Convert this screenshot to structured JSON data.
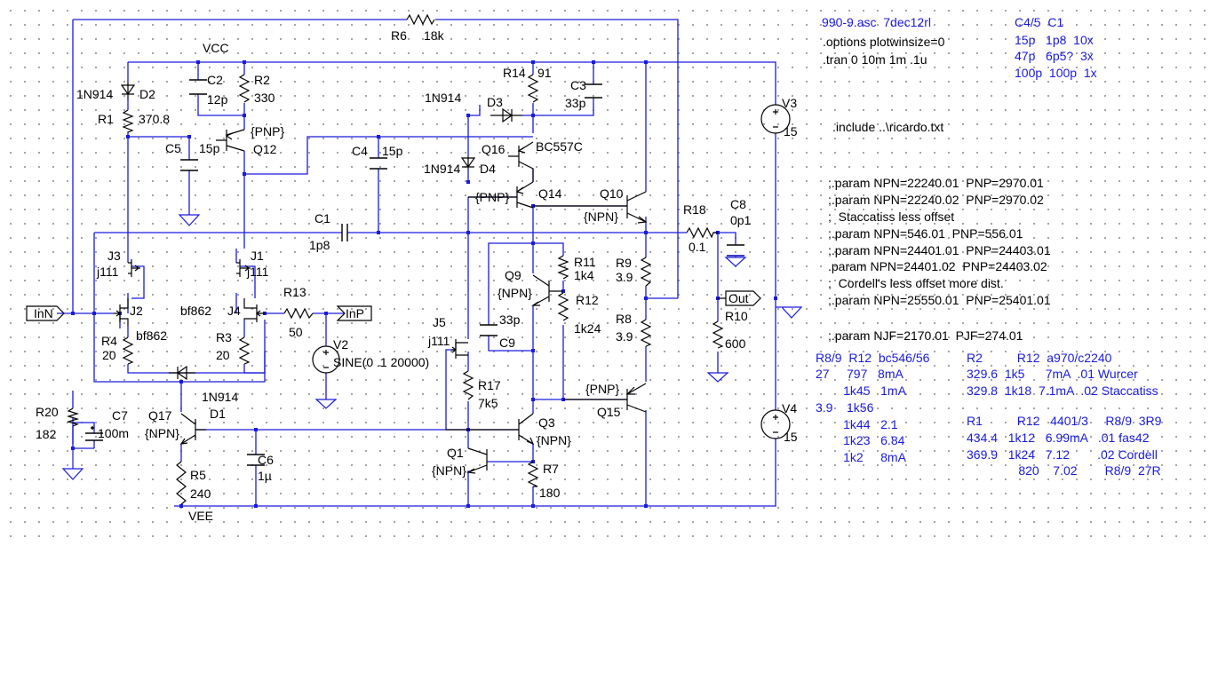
{
  "colors": {
    "wire": "#1a1adf",
    "component": "#000000",
    "text": "#000000",
    "comment": "#1a1adf",
    "junction": "#1a1adf"
  },
  "components": {
    "R6": [
      "R6",
      "18k"
    ],
    "R14": [
      "R14",
      "91"
    ],
    "R1": [
      "R1",
      "370.8"
    ],
    "R2": [
      "R2",
      "330"
    ],
    "R11": [
      "R11",
      "1k4"
    ],
    "R12": [
      "R12",
      "1k24"
    ],
    "R9": [
      "R9",
      "3.9"
    ],
    "R8": [
      "R8",
      "3.9"
    ],
    "R18": [
      "R18",
      "0.1"
    ],
    "R10": [
      "R10",
      "600"
    ],
    "R13": [
      "R13",
      "50"
    ],
    "R4": [
      "R4",
      "20"
    ],
    "R3": [
      "R3",
      "20"
    ],
    "R17": [
      "R17",
      "7k5"
    ],
    "R20": [
      "R20",
      "182"
    ],
    "R5": [
      "R5",
      "240"
    ],
    "R7": [
      "R7",
      "180"
    ],
    "C2": [
      "C2",
      "12p"
    ],
    "C3": [
      "C3",
      "33p"
    ],
    "C5": [
      "C5",
      "15p"
    ],
    "C4": [
      "C4",
      "15p"
    ],
    "C1": [
      "C1",
      "1p8"
    ],
    "C8": [
      "C8",
      "0p1"
    ],
    "C9": [
      "C9",
      "33p"
    ],
    "C7": [
      "C7",
      "100m"
    ],
    "C6": [
      "C6",
      "1µ"
    ],
    "D2": [
      "1N914",
      "D2"
    ],
    "D3": [
      "1N914",
      "D3"
    ],
    "D4": [
      "1N914",
      "D4"
    ],
    "D1": [
      "1N914",
      "D1"
    ],
    "Q12": [
      "{PNP}",
      "Q12"
    ],
    "Q16": [
      "Q16",
      "BC557C"
    ],
    "Q14": [
      "{PNP}",
      "Q14"
    ],
    "Q10": [
      "Q10",
      "{NPN}"
    ],
    "Q9": [
      "Q9",
      "{NPN}"
    ],
    "Q15": [
      "{PNP}",
      "Q15"
    ],
    "Q3": [
      "Q3",
      "{NPN}"
    ],
    "Q1": [
      "Q1",
      "{NPN}"
    ],
    "Q17": [
      "Q17",
      "{NPN}"
    ],
    "J3": [
      "J3",
      "j111"
    ],
    "J1": [
      "J1",
      "j111"
    ],
    "J2": [
      "J2",
      "bf862"
    ],
    "J4": [
      "J4",
      "bf862"
    ],
    "J5": [
      "J5",
      "j111"
    ],
    "V2": [
      "V2",
      "SINE(0 .1 20000)"
    ],
    "V3": [
      "V3",
      "15"
    ],
    "V4": [
      "V4",
      "15"
    ]
  },
  "nets": {
    "vcc": "VCC",
    "vee": "VEE",
    "inn": "InN",
    "inp": "InP",
    "out": "Out"
  },
  "directives_left": [
    "990-9.asc  7dec12rl",
    ".options plotwinsize=0",
    ".tran 0 10m 1m .1u",
    ".include ..\\ricardo.txt",
    ";.param NPN=22240.01  PNP=2970.01",
    ";.param NPN=22240.02  PNP=2970.02",
    ";  Staccatiss less offset",
    ";.param NPN=546.01  PNP=556.01",
    ";.param NPN=24401.01  PNP=24403.01",
    ".param NPN=24401.02  PNP=24403.02",
    ";  Cordell's less offset more dist.",
    ";.param NPN=25550.01  PNP=25401.01",
    ";.param NJF=2170.01  PJF=274.01"
  ],
  "comments": {
    "c45_head": "C4/5  C1",
    "c45_rows": [
      "15p   1p8  10x",
      "47p   6p5?  3x",
      "100p  100p  1x"
    ],
    "r89_table": [
      "R8/9  R12  bc546/56",
      "27     797   8mA",
      "        1k45   1mA",
      "3.9    1k56",
      "        1k44   2.1",
      "        1k23   6.84",
      "        1k2     8mA"
    ],
    "r2_table": [
      "R2          R12  a970/c2240",
      "329.6  1k5      7mA  .01 Wurcer",
      "329.8  1k18  7.1mA  .02 Staccatiss"
    ],
    "r1_table": [
      "R1          R12   4401/3     R8/9  3R9",
      "434.4   1k12   6.99mA   .01 fas42",
      "369.9   1k24   7.12        .02 Cordell",
      "               820    7.02        R8/9  27R"
    ]
  }
}
